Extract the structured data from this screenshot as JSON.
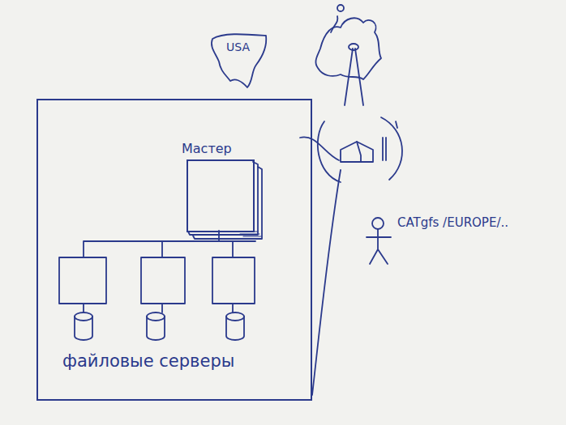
{
  "diagram": {
    "nodes": [
      {
        "text": [
          "файловые серверы"
        ]
      },
      {
        "text": [
          "Мастер"
        ],
        "in": 0
      }
    ],
    "labels": [
      "USA",
      "CATgfs /EUROPE/.."
    ]
  }
}
